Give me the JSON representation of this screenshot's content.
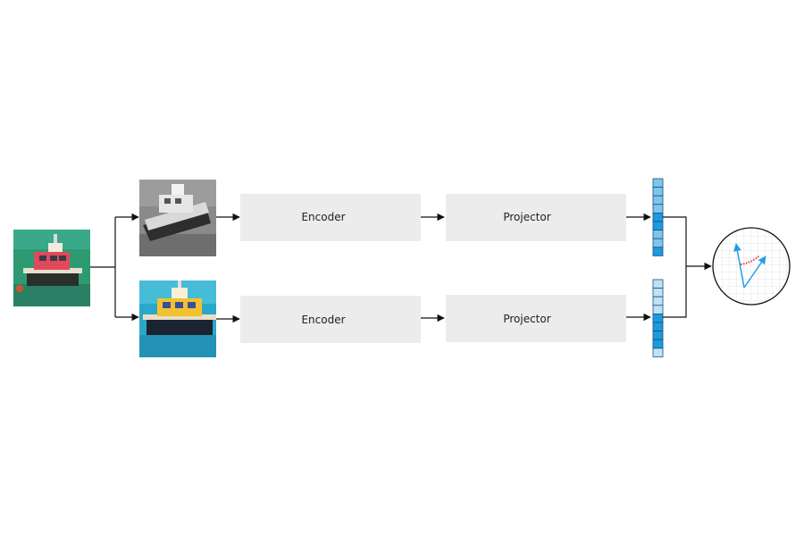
{
  "colors": {
    "block_fill": "#ececec",
    "arrow": "#111111",
    "embedding_stroke": "#1f4e79",
    "embedding_light": "#bfe3f5",
    "embedding_mid": "#7cc6ee",
    "embedding_dark": "#1a9be0",
    "similarity_vector": "#1ea0e6",
    "similarity_arc": "#e0393e",
    "grid": "#e6e6e6"
  },
  "input_image": {
    "icon": "boat-photo-original"
  },
  "branches": [
    {
      "augmented_image": {
        "icon": "boat-photo-grayscale"
      },
      "encoder_label": "Encoder",
      "projector_label": "Projector",
      "embedding_cells": [
        0.55,
        0.55,
        0.6,
        0.55,
        0.9,
        0.85,
        0.55,
        0.55,
        0.9
      ]
    },
    {
      "augmented_image": {
        "icon": "boat-photo-color-jitter"
      },
      "encoder_label": "Encoder",
      "projector_label": "Projector",
      "embedding_cells": [
        0.2,
        0.2,
        0.2,
        0.2,
        0.85,
        0.9,
        0.9,
        0.9,
        0.25
      ]
    }
  ],
  "similarity": {
    "icon": "cosine-similarity-icon"
  }
}
